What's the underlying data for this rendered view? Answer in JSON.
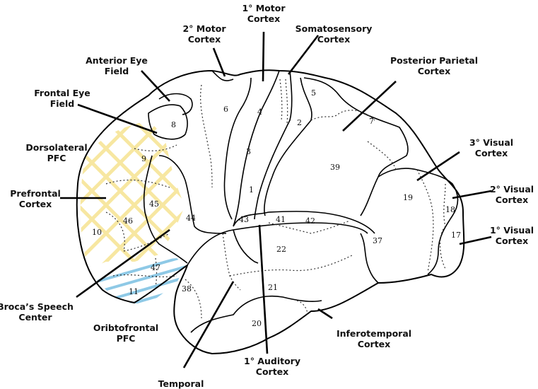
{
  "labels": {
    "motor1": [
      "1° Motor",
      "Cortex"
    ],
    "motor2": [
      "2° Motor",
      "Cortex"
    ],
    "somato": [
      "Somatosensory",
      "Cortex"
    ],
    "anterior_eye": [
      "Anterior Eye",
      "Field"
    ],
    "frontal_eye": [
      "Frontal Eye",
      "Field"
    ],
    "posterior_parietal": [
      "Posterior Parietal",
      "Cortex"
    ],
    "dlpfc": [
      "Dorsolateral",
      "PFC"
    ],
    "visual3": [
      "3° Visual",
      "Cortex"
    ],
    "prefrontal": [
      "Prefrontal",
      "Cortex"
    ],
    "visual2": [
      "2° Visual",
      "Cortex"
    ],
    "visual1": [
      "1° Visual",
      "Cortex"
    ],
    "broca": [
      "Broca’s Speech",
      "Center"
    ],
    "orbitofrontal": [
      "Oribtofrontal",
      "PFC"
    ],
    "inferotemporal": [
      "Inferotemporal",
      "Cortex"
    ],
    "auditory": [
      "1° Auditory",
      "Cortex"
    ],
    "temporal": [
      "Temporal"
    ]
  },
  "areas": {
    "a1": "1",
    "a2": "2",
    "a3": "3",
    "a4": "4",
    "a5": "5",
    "a6": "6",
    "a7": "7",
    "a8": "8",
    "a9": "9",
    "a10": "10",
    "a11": "11",
    "a17": "17",
    "a18": "18",
    "a19": "19",
    "a20": "20",
    "a21": "21",
    "a22": "22",
    "a37": "37",
    "a38": "38",
    "a39": "39",
    "a41": "41",
    "a42": "42",
    "a43": "43",
    "a44": "44",
    "a45": "45",
    "a46": "46",
    "a47": "47"
  },
  "colors": {
    "prefrontal_hatch": "#f7e7a1",
    "orbitofrontal_hatch": "#8ec9e6",
    "line": "#000000"
  }
}
